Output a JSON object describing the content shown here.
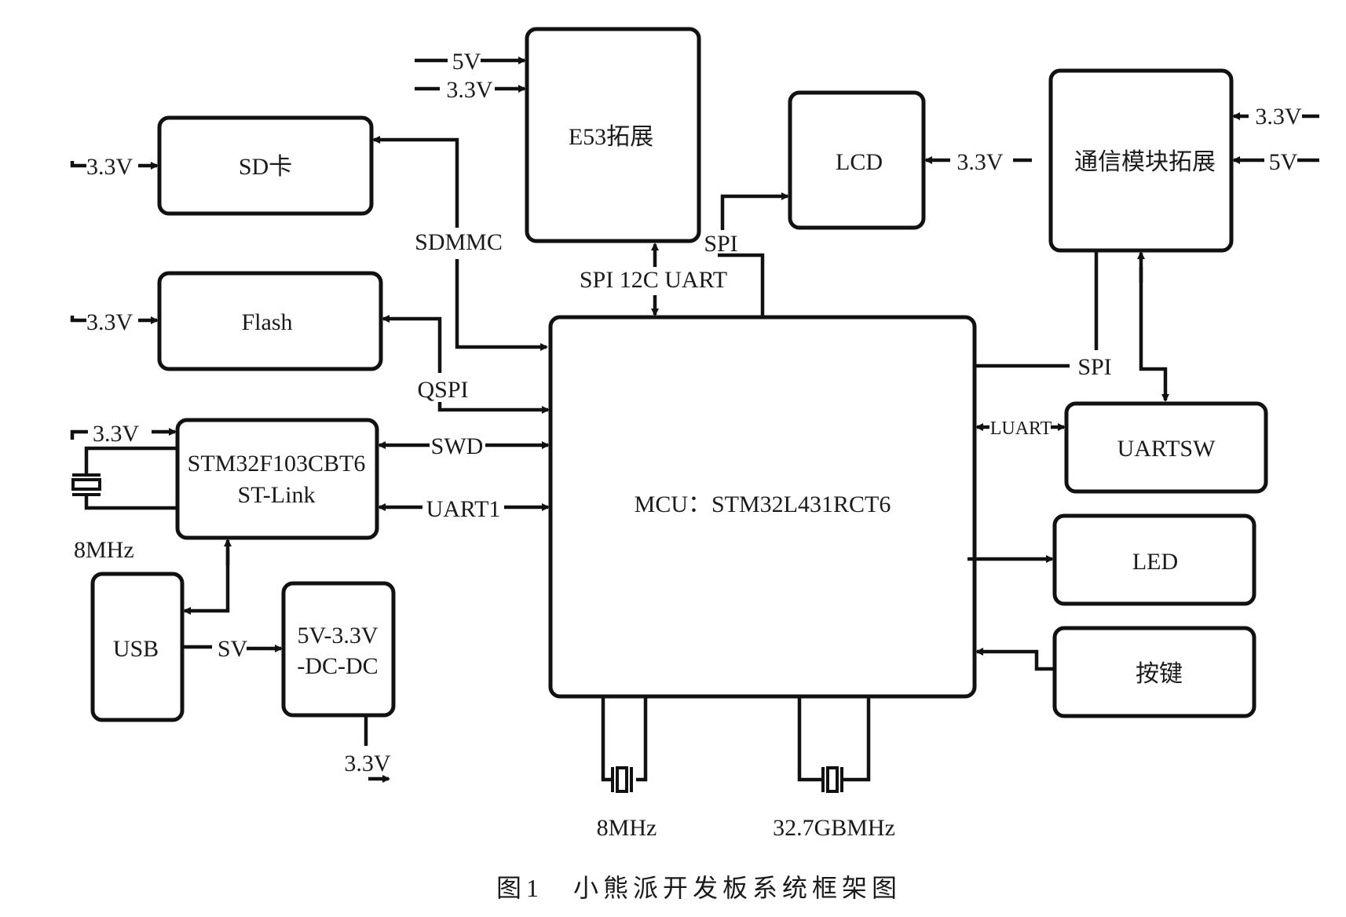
{
  "figure": {
    "caption_number": "图1",
    "caption_title": "小熊派开发板系统框架图"
  },
  "blocks": {
    "sd": "SD卡",
    "flash": "Flash",
    "stlink_line1": "STM32F103CBT6",
    "stlink_line2": "ST-Link",
    "usb": "USB",
    "dcdc_line1": "5V-3.3V",
    "dcdc_line2": "-DC-DC",
    "e53": "E53拓展",
    "lcd": "LCD",
    "comm": "通信模块拓展",
    "mcu": "MCU：STM32L431RCT6",
    "uartsw": "UARTSW",
    "led": "LED",
    "key": "按键"
  },
  "signals": {
    "sdmmc": "SDMMC",
    "qspi": "QSPI",
    "swd": "SWD",
    "uart1": "UART1",
    "e53_bus": "SPI 12C UART",
    "spi_lcd": "SPI",
    "spi_comm": "SPI",
    "luart": "LUART",
    "usb_5v": "SV"
  },
  "power": {
    "sd_in": "3.3V",
    "flash_in": "3.3V",
    "stlink_in": "3.3V",
    "e53_5v": "5V",
    "e53_33v": "3.3V",
    "lcd_in": "3.3V",
    "comm_33v": "3.3V",
    "comm_5v": "5V",
    "dcdc_out": "3.3V"
  },
  "crystals": {
    "stlink": "8MHz",
    "mcu_hse": "8MHz",
    "mcu_lse": "32.7GBMHz"
  }
}
